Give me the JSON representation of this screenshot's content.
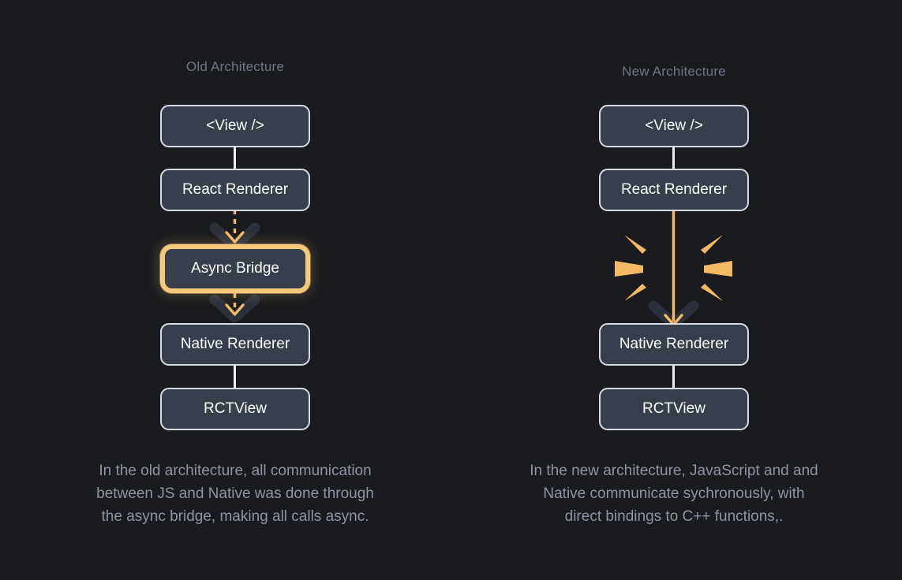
{
  "theme": {
    "background": "#1a1b1e",
    "node_fill": "#373e4c",
    "node_border": "#d8dbe2",
    "node_text": "#ffffff",
    "accent": "#f7c77c",
    "title_text": "#6f7686",
    "caption_text": "#8d94a3",
    "connector": "#eceef2",
    "chevron_shadow": "#2b303b"
  },
  "columns": [
    {
      "id": "old",
      "title": "Old Architecture",
      "nodes": [
        {
          "label": "<View />",
          "name": "view-node"
        },
        {
          "label": "React Renderer",
          "name": "react-renderer-node"
        },
        {
          "label": "Async Bridge",
          "name": "async-bridge-node",
          "highlight": true
        },
        {
          "label": "Native Renderer",
          "name": "native-renderer-node"
        },
        {
          "label": "RCTView",
          "name": "rctview-node"
        }
      ],
      "caption": [
        "In the old architecture, all communication",
        "between JS and Native was done through",
        "the async bridge, making all calls async."
      ]
    },
    {
      "id": "new",
      "title": "New Architecture",
      "nodes": [
        {
          "label": "<View />",
          "name": "view-node"
        },
        {
          "label": "React Renderer",
          "name": "react-renderer-node"
        },
        {
          "label": "Native Renderer",
          "name": "native-renderer-node"
        },
        {
          "label": "RCTView",
          "name": "rctview-node"
        }
      ],
      "caption": [
        "In the new architecture, JavaScript and and",
        "Native communicate sychronously, with",
        "direct bindings to C++ functions,."
      ]
    }
  ]
}
